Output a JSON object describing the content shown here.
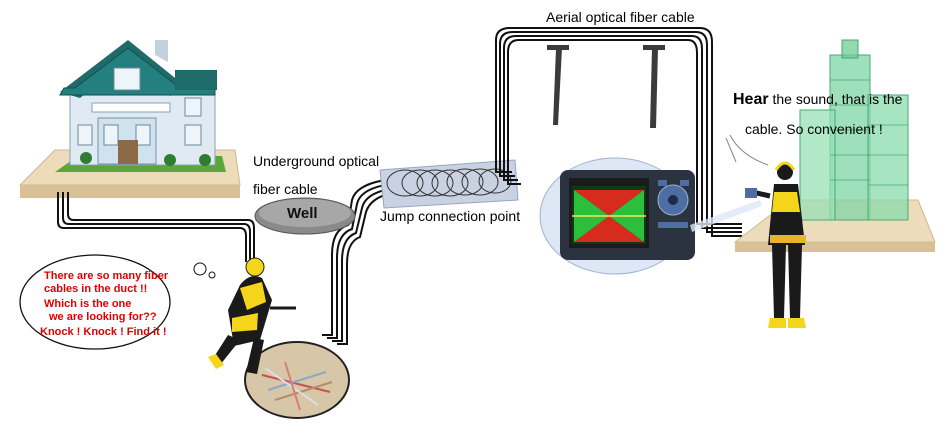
{
  "labels": {
    "underground_line1": "Underground optical",
    "underground_line2": "fiber cable",
    "well": "Well",
    "jump_connection": "Jump connection  point",
    "aerial": "Aerial optical fiber cable"
  },
  "speech_bubble": {
    "lines": [
      "There are so many fiber",
      "cables in the duct !!",
      "Which is the one",
      "we are looking for??",
      "Knock ! Knock ! Find it !"
    ]
  },
  "caption_right": {
    "emphasis": "Hear",
    "line1_rest": " the sound, that is the",
    "line2": "cable. So convenient !"
  },
  "colors": {
    "speech_text": "#e00000",
    "roof": "#1f6b6a",
    "house_wall": "#cfe2ee",
    "lawn": "#5aa63b",
    "ground": "#eddcb9",
    "cable": "#111111",
    "vest": "#f5d51a",
    "screen_red": "#d62b1e",
    "screen_green": "#2bbf3c",
    "building_glass": "#7fd6a5"
  },
  "icons": [
    "house-icon",
    "worker-icon",
    "technician-icon",
    "otdr-device-icon",
    "building-icon",
    "utility-pole-icon",
    "cable-coil-icon"
  ]
}
